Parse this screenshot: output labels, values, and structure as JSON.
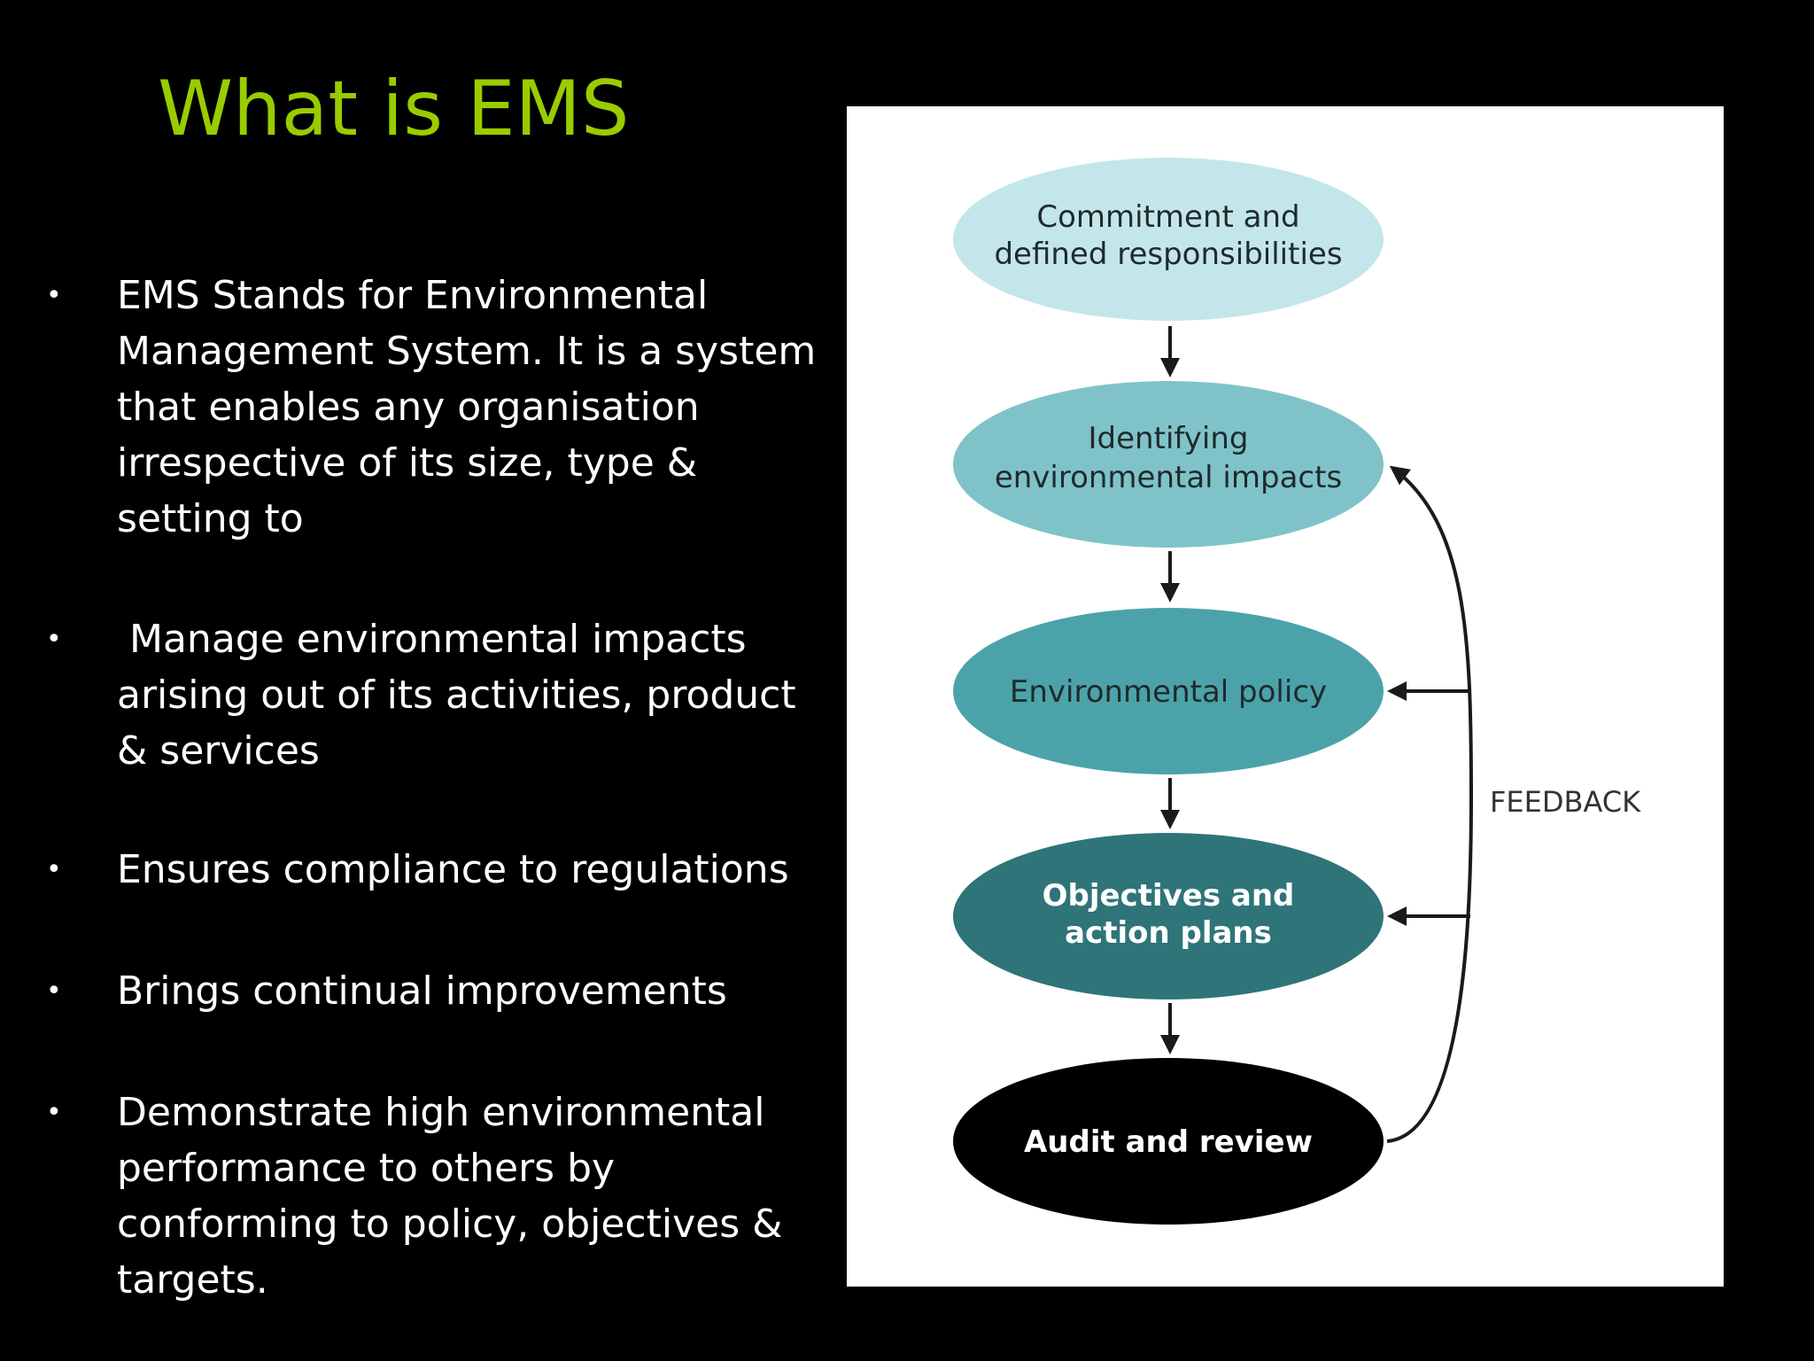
{
  "slide": {
    "title": "What is EMS",
    "bullets": [
      {
        "marker": "•",
        "text": "EMS Stands for Environmental\nManagement System. It is a system\nthat enables any organisation\nirrespective of its size, type &\nsetting to"
      },
      {
        "marker": "•",
        "text": " Manage environmental impacts\narising out of its activities, product\n& services"
      },
      {
        "marker": "•",
        "text": "Ensures compliance to regulations"
      },
      {
        "marker": "•",
        "text": "Brings continual improvements"
      },
      {
        "marker": "•",
        "text": "Demonstrate high environmental\nperformance to others by\nconforming to policy, objectives &\ntargets."
      }
    ]
  },
  "diagram": {
    "nodes": [
      {
        "line1": "Commitment and",
        "line2": "defined responsibilities",
        "fill": "#c3e6ea",
        "text_color": "#1f2a2c"
      },
      {
        "line1": "Identifying",
        "line2": "environmental impacts",
        "fill": "#7fc3c9",
        "text_color": "#1f2a2c"
      },
      {
        "line1": "Environmental policy",
        "line2": "",
        "fill": "#4ba3a9",
        "text_color": "#1f2a2c"
      },
      {
        "line1": "Objectives and",
        "line2": "action plans",
        "fill": "#2f7479",
        "text_color": "#ffffff"
      },
      {
        "line1": "Audit and review",
        "line2": "",
        "fill": "#000000",
        "text_color": "#ffffff"
      }
    ],
    "feedback_label": "FEEDBACK"
  },
  "colors": {
    "background": "#000000",
    "title": "#99cc00",
    "bullet_text": "#ffffff",
    "panel": "#ffffff",
    "arrow": "#1a1a1a"
  }
}
